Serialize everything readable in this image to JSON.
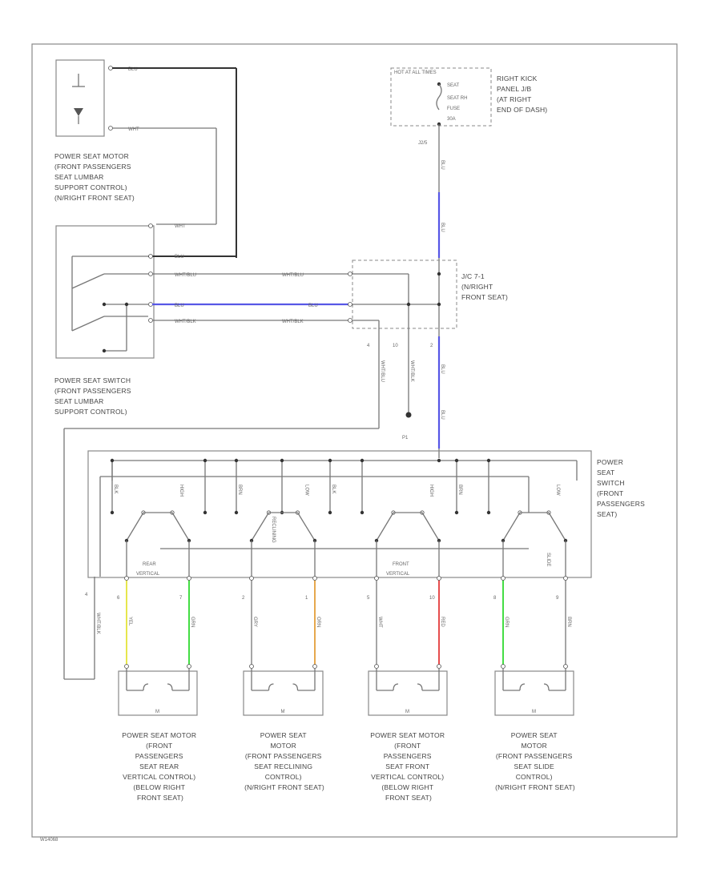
{
  "diagram": {
    "components": {
      "lumbar_motor": [
        "POWER SEAT MOTOR",
        "(FRONT PASSENGERS",
        "SEAT LUMBAR",
        "SUPPORT CONTROL)",
        "(N/RIGHT FRONT SEAT)"
      ],
      "lumbar_switch": [
        "POWER SEAT SWITCH",
        "(FRONT PASSENGERS",
        "SEAT LUMBAR",
        "SUPPORT CONTROL)"
      ],
      "fuse_box_title": "HOT AT ALL TIMES",
      "fuse_box": [
        "SEAT",
        "SEAT RH",
        "FUSE",
        "30A"
      ],
      "fuse_location": [
        "RIGHT KICK",
        "PANEL J/B",
        "(AT RIGHT",
        "END OF DASH)"
      ],
      "junction": [
        "J/C 7-1",
        "(N/RIGHT",
        "FRONT SEAT)"
      ],
      "main_switch": [
        "POWER",
        "SEAT",
        "SWITCH",
        "(FRONT",
        "PASSENGERS",
        "SEAT)"
      ],
      "motor_rear_vertical": [
        "POWER SEAT MOTOR",
        "(FRONT",
        "PASSENGERS",
        "SEAT REAR",
        "VERTICAL CONTROL)",
        "(BELOW RIGHT",
        "FRONT SEAT)"
      ],
      "motor_reclining": [
        "POWER SEAT",
        "MOTOR",
        "(FRONT PASSENGERS",
        "SEAT RECLINING",
        "CONTROL)",
        "(N/RIGHT FRONT SEAT)"
      ],
      "motor_front_vertical": [
        "POWER SEAT MOTOR",
        "(FRONT",
        "PASSENGERS",
        "SEAT FRONT",
        "VERTICAL CONTROL)",
        "(BELOW RIGHT",
        "FRONT SEAT)"
      ],
      "motor_slide": [
        "POWER SEAT",
        "MOTOR",
        "(FRONT PASSENGERS",
        "SEAT SLIDE",
        "CONTROL)",
        "(N/RIGHT FRONT SEAT)"
      ]
    },
    "connectors": {
      "fuse_out": "J2/5",
      "ground": "P1",
      "jc_bottom": "2",
      "switch_pins": [
        "4",
        "10"
      ],
      "motor_pins": [
        "6",
        "7",
        "2",
        "1",
        "5",
        "10",
        "8",
        "9"
      ]
    },
    "wire_colors": {
      "lumbar_top": "BLU",
      "lumbar_bottom": "WHT",
      "switch_out1": "BLU",
      "switch_wht_blu": "WHT/BLU",
      "switch_blu": "BLU",
      "switch_blk": "WHT/BLK",
      "feed": "BLU",
      "ground_wire": "WHT/BLK",
      "lumbar_wire": "WHT/BLU",
      "motor_wires": [
        "YEL",
        "GRN",
        "GRY",
        "ORN",
        "WHT",
        "RED",
        "GRN",
        "BRN"
      ]
    },
    "switch_labels": {
      "rear": [
        "REAR",
        "VERTICAL"
      ],
      "reclining": "RECLINING",
      "front": [
        "FRONT",
        "VERTICAL"
      ],
      "slide": "SLIDE",
      "top_labels": [
        "BLK",
        "HIGH",
        "BRN",
        "LOW",
        "BLK",
        "HIGH",
        "BRN",
        "LOW"
      ]
    },
    "colors": {
      "blue": "#5757e6",
      "yellow": "#e6e64d",
      "green": "#44dd44",
      "orange": "#e6a84d",
      "red": "#e64d4d",
      "line": "#777777"
    },
    "footer_code": "W14068"
  }
}
